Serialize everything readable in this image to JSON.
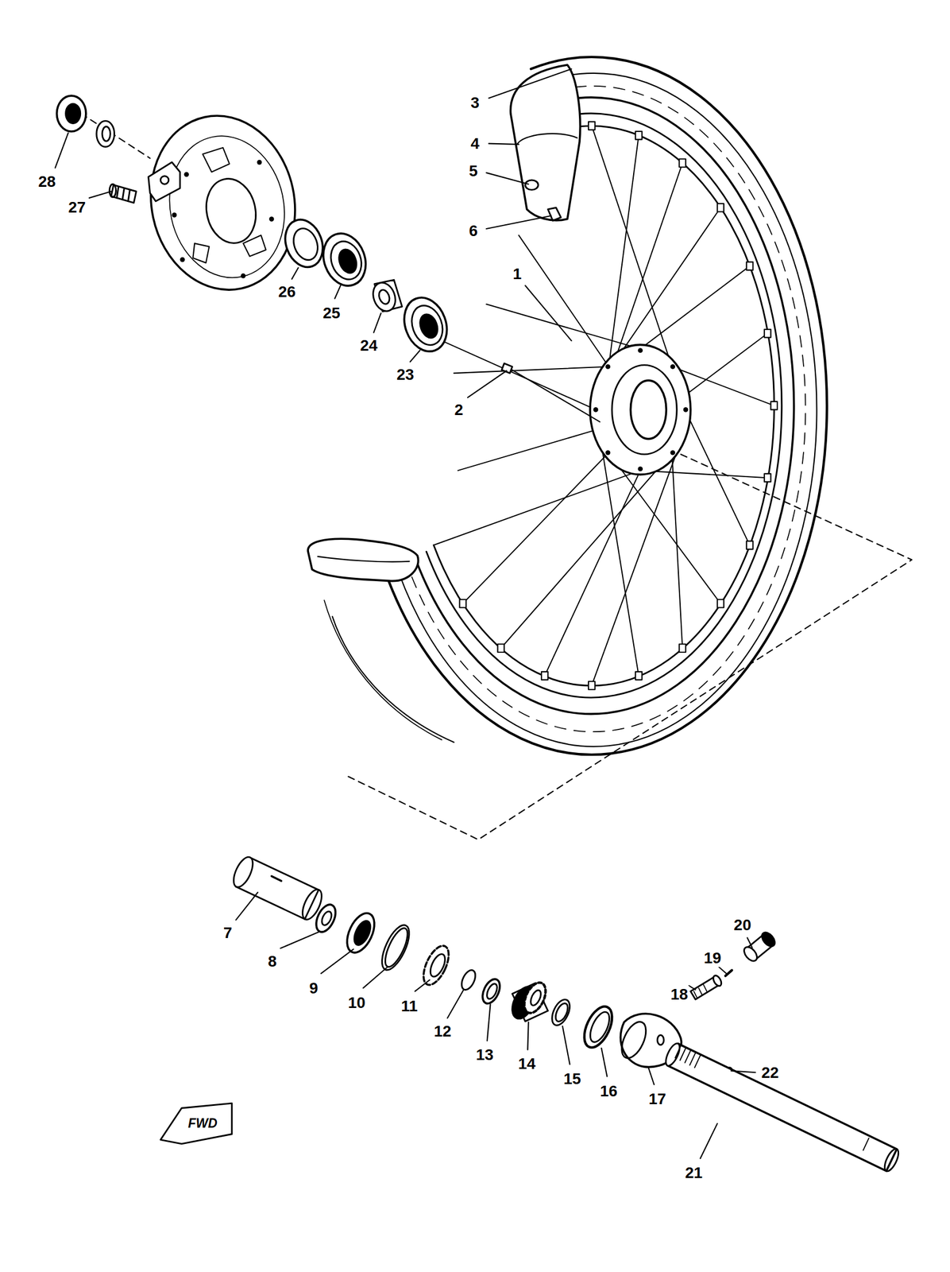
{
  "diagram": {
    "labels": [
      "28",
      "27",
      "3",
      "4",
      "5",
      "6",
      "1",
      "26",
      "25",
      "24",
      "23",
      "2",
      "7",
      "8",
      "9",
      "10",
      "11",
      "12",
      "13",
      "14",
      "15",
      "16",
      "17",
      "18",
      "19",
      "20",
      "22",
      "21",
      "FWD"
    ]
  }
}
